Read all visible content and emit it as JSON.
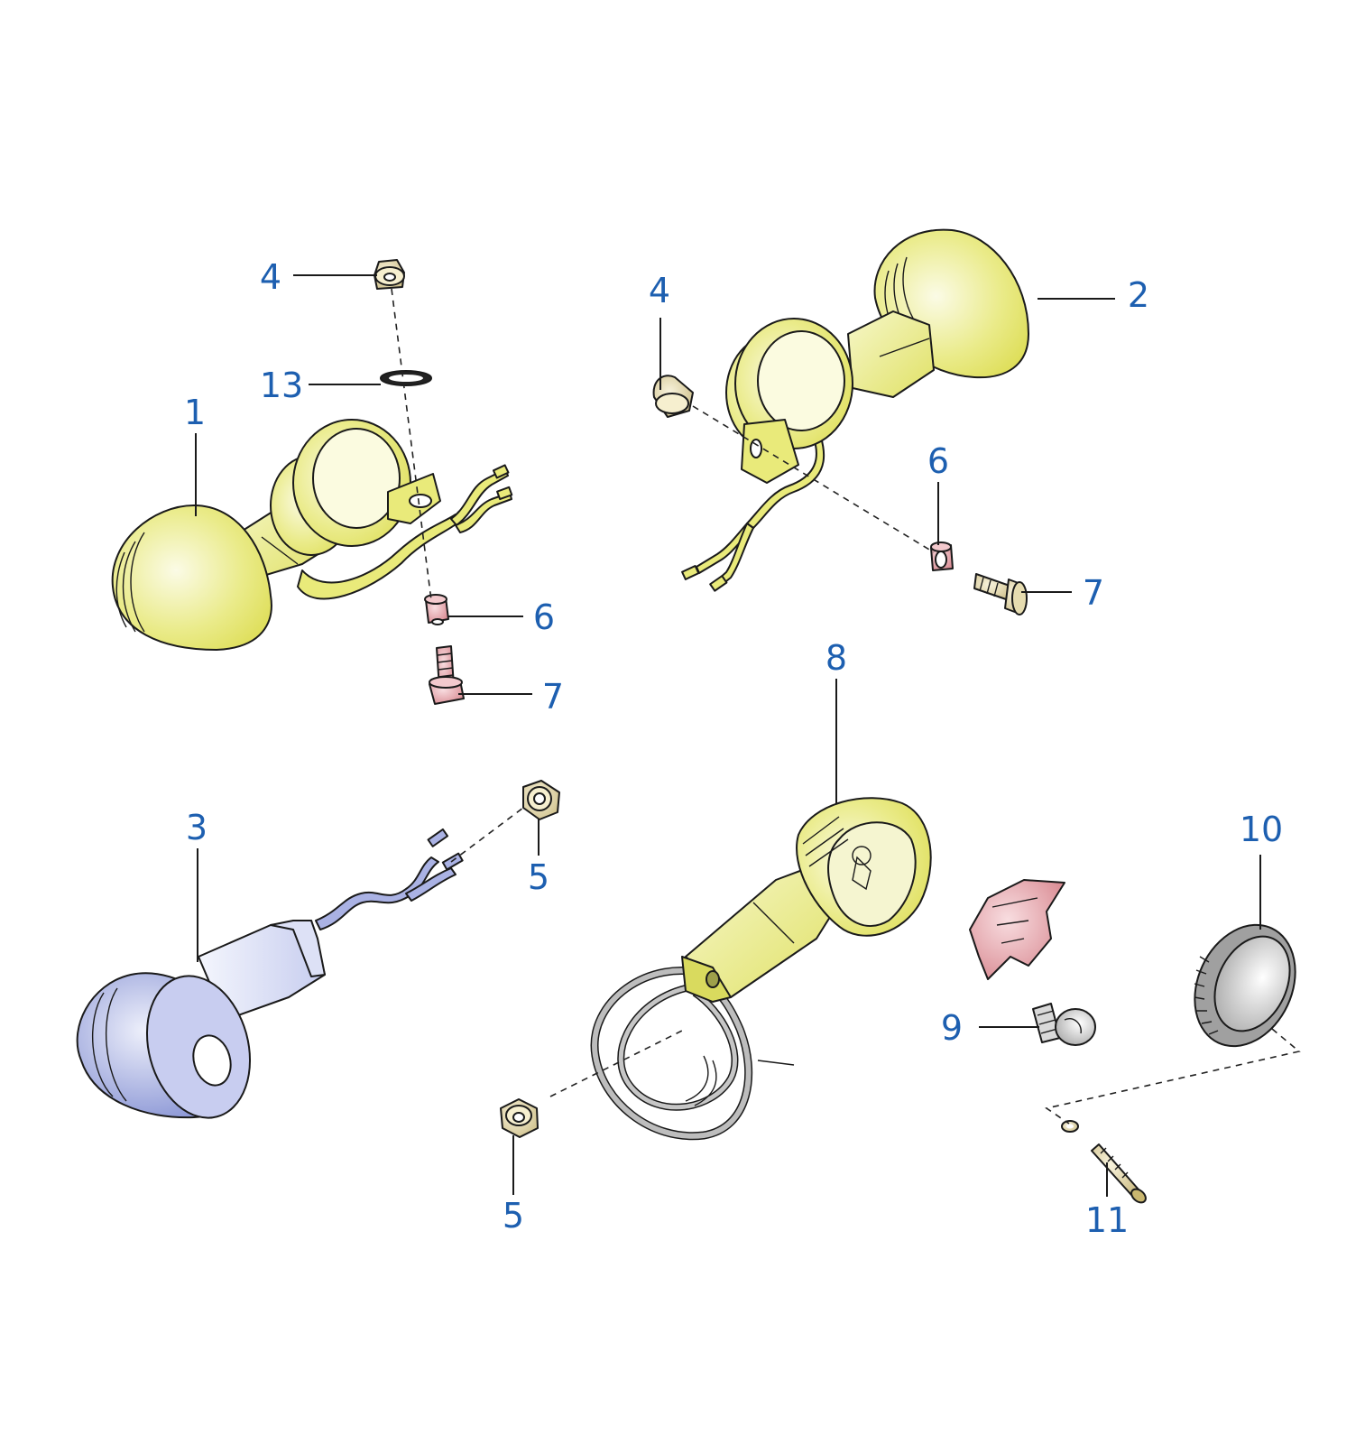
{
  "callouts": {
    "c1": "1",
    "c2": "2",
    "c3": "3",
    "c4a": "4",
    "c4b": "4",
    "c5a": "5",
    "c5b": "5",
    "c6a": "6",
    "c6b": "6",
    "c7a": "7",
    "c7b": "7",
    "c8": "8",
    "c9": "9",
    "c10": "10",
    "c11": "11",
    "c13": "13"
  },
  "colors": {
    "label": "#1d5fb0",
    "yellow_part": "#e9ea7a",
    "blue_part": "#8c97d6",
    "pink_part": "#e8a7ad",
    "tan_part": "#e6dcb0",
    "grey_part": "#b9b9b9"
  }
}
